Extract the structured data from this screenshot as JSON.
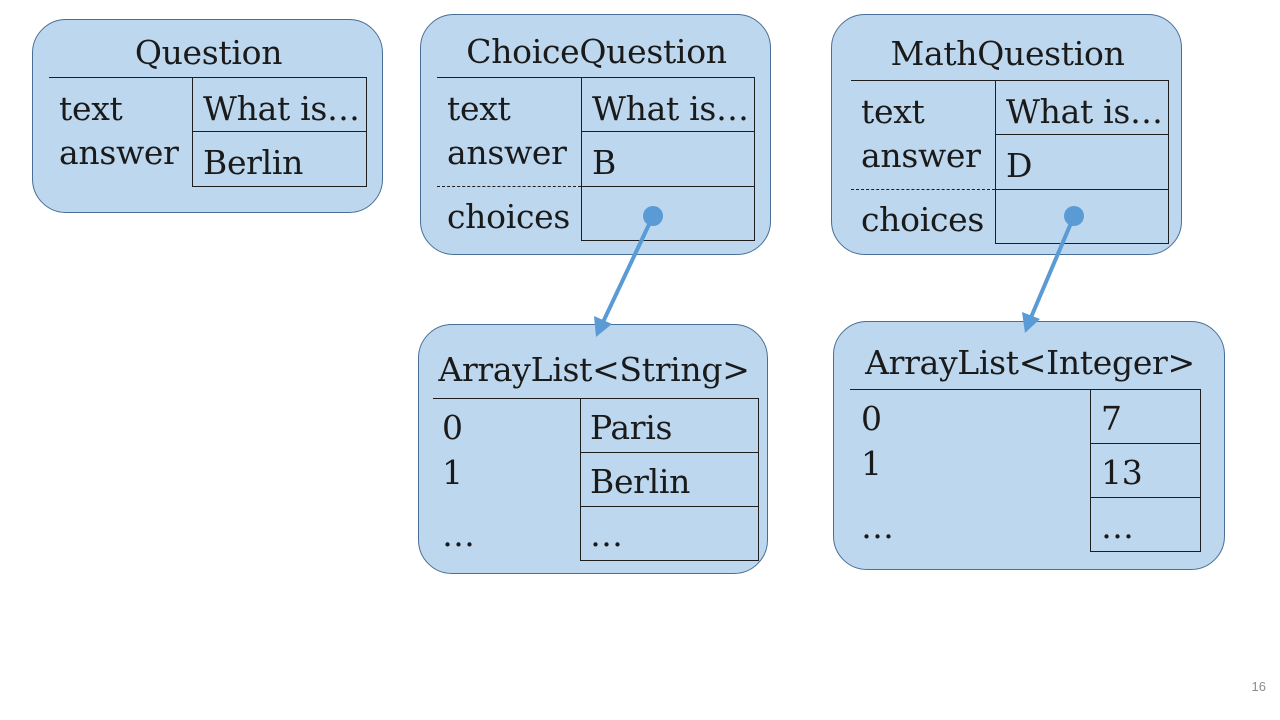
{
  "question": {
    "title": "Question",
    "field_text": "text",
    "field_answer": "answer",
    "value_text": "What is…",
    "value_answer": "Berlin"
  },
  "choice_question": {
    "title": "ChoiceQuestion",
    "field_text": "text",
    "field_answer": "answer",
    "field_choices": "choices",
    "value_text": "What is…",
    "value_answer": "B"
  },
  "math_question": {
    "title": "MathQuestion",
    "field_text": "text",
    "field_answer": "answer",
    "field_choices": "choices",
    "value_text": "What is…",
    "value_answer": "D"
  },
  "string_list": {
    "title": "ArrayList<String>",
    "index_0": "0",
    "index_1": "1",
    "index_more": "…",
    "value_0": "Paris",
    "value_1": "Berlin",
    "value_more": "…"
  },
  "integer_list": {
    "title": "ArrayList<Integer>",
    "index_0": "0",
    "index_1": "1",
    "index_more": "…",
    "value_0": "7",
    "value_1": "13",
    "value_more": "…"
  },
  "colors": {
    "object_fill": "#bdd7ee",
    "object_border": "#4a6f96",
    "arrow": "#5b9bd5"
  },
  "slide": {
    "page_number": "16"
  }
}
